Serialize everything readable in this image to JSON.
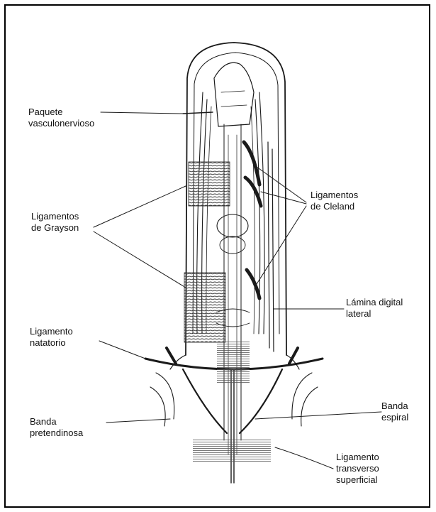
{
  "labels": {
    "paquete": "Paquete\nvasculonervioso",
    "grayson": "Ligamentos\nde Grayson",
    "natatorio": "Ligamento\nnatatorio",
    "pretendinosa": "Banda\npretendinosa",
    "cleland": "Ligamentos\nde Cleland",
    "lamina": "Lámina digital\nlateral",
    "espiral": "Banda\nespiral",
    "transverso": "Ligamento\ntransverso\nsuperficial"
  },
  "colors": {
    "ink": "#1a1a1a",
    "frame": "#000000",
    "background": "#ffffff"
  }
}
